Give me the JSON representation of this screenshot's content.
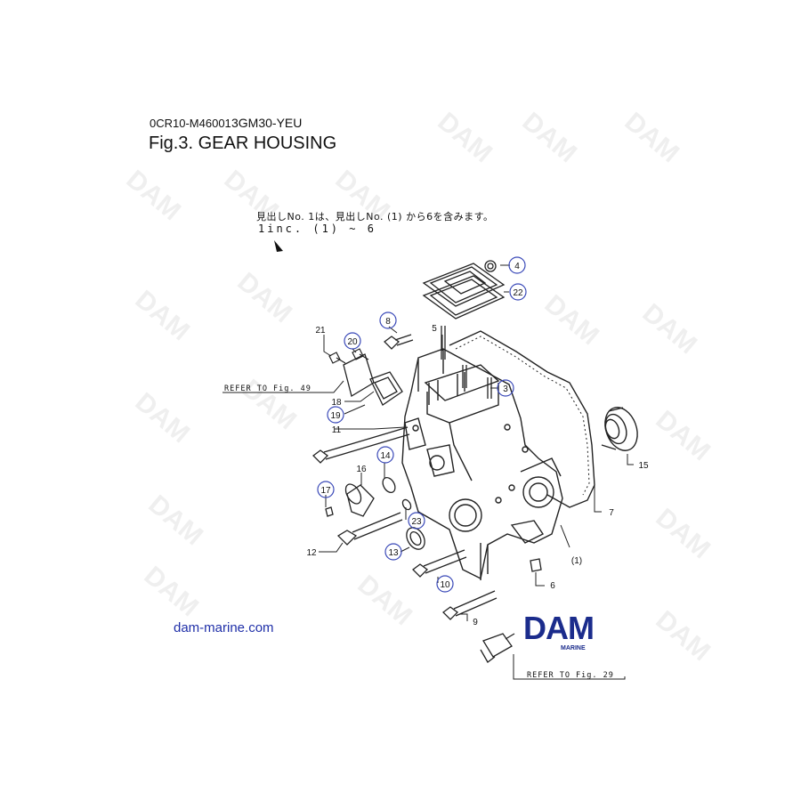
{
  "header": {
    "code": "0CR10-M46001",
    "model": "3GM30-YEU",
    "title": "Fig.3.  GEAR HOUSING"
  },
  "note": {
    "japanese": "見出しNo. 1は、見出しNo. (1) から6を含みます。",
    "english": "1inc. (1) ~ 6"
  },
  "references": {
    "fig49": "REFER TO Fig. 49",
    "fig29": "REFER TO Fig. 29"
  },
  "callouts": [
    {
      "id": "c4",
      "text": "4",
      "circled": true
    },
    {
      "id": "c22",
      "text": "22",
      "circled": true
    },
    {
      "id": "c8",
      "text": "8",
      "circled": true
    },
    {
      "id": "c5",
      "text": "5",
      "circled": false
    },
    {
      "id": "c21",
      "text": "21",
      "circled": false
    },
    {
      "id": "c20",
      "text": "20",
      "circled": true
    },
    {
      "id": "c3",
      "text": "3",
      "circled": true
    },
    {
      "id": "c18",
      "text": "18",
      "circled": false
    },
    {
      "id": "c19",
      "text": "19",
      "circled": true
    },
    {
      "id": "c11",
      "text": "11",
      "circled": false
    },
    {
      "id": "c15",
      "text": "15",
      "circled": false
    },
    {
      "id": "c16",
      "text": "16",
      "circled": false
    },
    {
      "id": "c14",
      "text": "14",
      "circled": true
    },
    {
      "id": "c17",
      "text": "17",
      "circled": true
    },
    {
      "id": "c7",
      "text": "7",
      "circled": false
    },
    {
      "id": "c23",
      "text": "23",
      "circled": true
    },
    {
      "id": "c12",
      "text": "12",
      "circled": false
    },
    {
      "id": "c13",
      "text": "13",
      "circled": true
    },
    {
      "id": "c1",
      "text": "(1)",
      "circled": false
    },
    {
      "id": "c10",
      "text": "10",
      "circled": true
    },
    {
      "id": "c6",
      "text": "6",
      "circled": false
    },
    {
      "id": "c9",
      "text": "9",
      "circled": false
    }
  ],
  "website": "dam-marine.com",
  "logo": {
    "main": "DAM",
    "sub": "MARINE"
  },
  "watermark": "DAM",
  "colors": {
    "callout_circle": "#3a49b8",
    "logo": "#1b2c8c",
    "link": "#1f2fa8"
  }
}
